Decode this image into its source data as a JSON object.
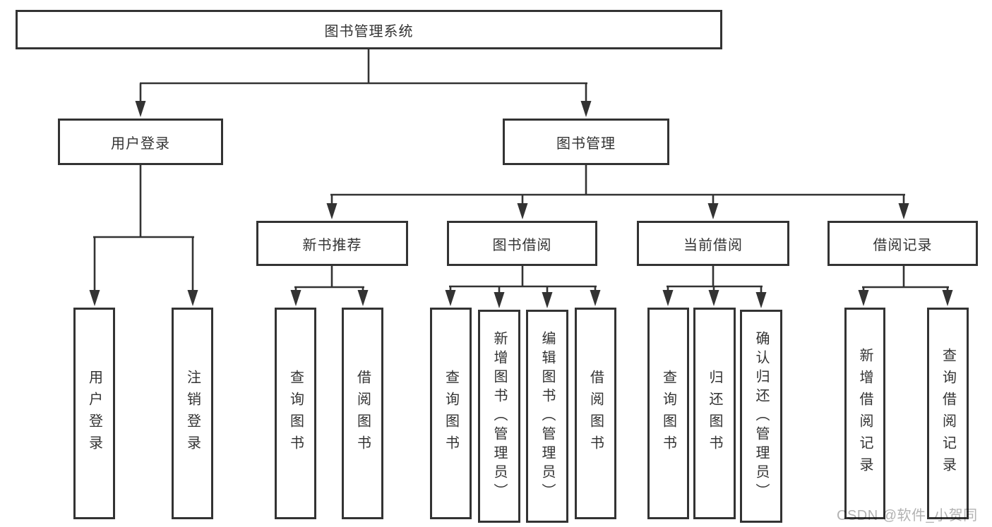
{
  "nodes": {
    "root": "图书管理系统",
    "l2_login": "用户登录",
    "l2_mgmt": "图书管理",
    "l3_newrec": "新书推荐",
    "l3_borrow": "图书借阅",
    "l3_current": "当前借阅",
    "l3_record": "借阅记录",
    "leaf_user_login": "用户登录",
    "leaf_logout": "注销登录",
    "leaf_query_book_1": "查询图书",
    "leaf_borrow_book_1": "借阅图书",
    "leaf_query_book_2": "查询图书",
    "leaf_add_book": "新增图书（管理员）",
    "leaf_edit_book": "编辑图书（管理员）",
    "leaf_borrow_book_2": "借阅图书",
    "leaf_query_book_3": "查询图书",
    "leaf_return_book": "归还图书",
    "leaf_confirm_return": "确认归还（管理员）",
    "leaf_add_record": "新增借阅记录",
    "leaf_query_record": "查询借阅记录"
  },
  "hierarchy": {
    "图书管理系统": {
      "用户登录": [
        "用户登录",
        "注销登录"
      ],
      "图书管理": {
        "新书推荐": [
          "查询图书",
          "借阅图书"
        ],
        "图书借阅": [
          "查询图书",
          "新增图书（管理员）",
          "编辑图书（管理员）",
          "借阅图书"
        ],
        "当前借阅": [
          "查询图书",
          "归还图书",
          "确认归还（管理员）"
        ],
        "借阅记录": [
          "新增借阅记录",
          "查询借阅记录"
        ]
      }
    }
  },
  "watermark": "CSDN @软件_小贺同学",
  "colors": {
    "line": "#333333",
    "box_border": "#333333",
    "box_fill": "#ffffff",
    "text": "#333333",
    "watermark": "#b2b2b2"
  }
}
